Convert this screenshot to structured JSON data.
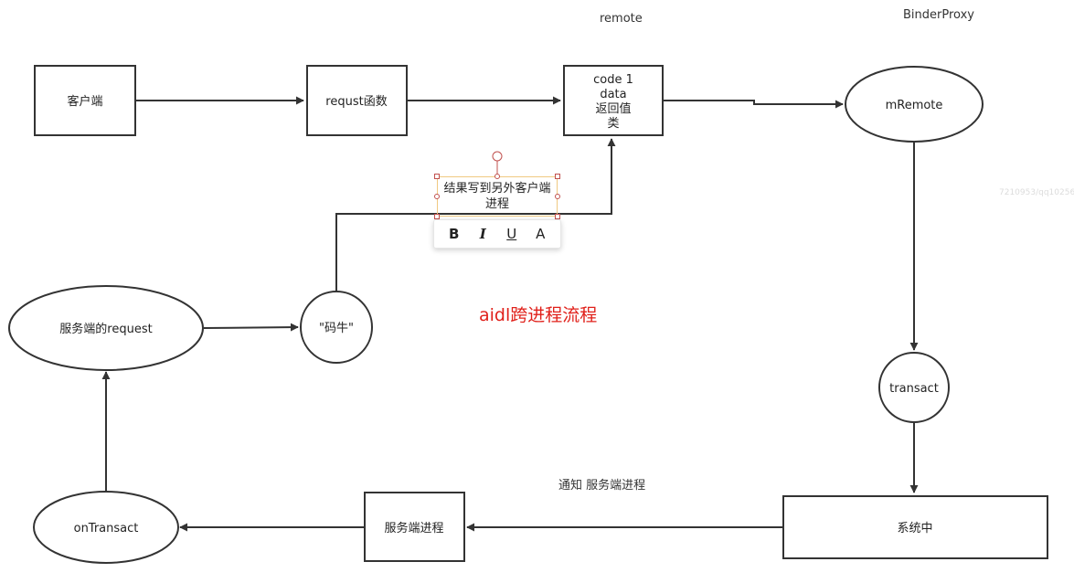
{
  "labels": {
    "remote": "remote",
    "binder_proxy": "BinderProxy",
    "title": "aidl跨进程流程",
    "notify": "通知 服务端进程",
    "watermark": "7210953/qq10256"
  },
  "nodes": {
    "client": "客户端",
    "request_func": "requst函数",
    "code_box": [
      "code  1",
      "data",
      "返回值",
      "类"
    ],
    "mremote": "mRemote",
    "transact": "transact",
    "system": "系统中",
    "server_process": "服务端进程",
    "on_transact": "onTransact",
    "server_request": "服务端的request",
    "mani": "\"码牛\""
  },
  "editor": {
    "text_line1": "结果写到另外客户端",
    "text_line2": "进程"
  },
  "toolbar": {
    "bold": "B",
    "italic": "I",
    "underline": "U",
    "font": "A"
  },
  "colors": {
    "stroke": "#333333",
    "title_red": "#e0201a",
    "selection": "#f0c982",
    "handle": "#c0504d"
  }
}
